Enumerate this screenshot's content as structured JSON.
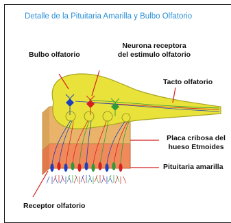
{
  "title": "Detalle de la Pituitaria Amarilla y Bulbo Olfatorio",
  "labels": {
    "bulbo": "Bulbo olfatorio",
    "neurona_line1": "Neurona receptora",
    "neurona_line2": "del estimulo olfatorio",
    "tacto": "Tacto olfatorio",
    "placa_line1": "Placa cribosa del",
    "placa_line2": "hueso Etmoides",
    "pituitaria": "Pituitaria amarilla",
    "receptor": "Receptor olfatorio"
  },
  "colors": {
    "title": "#2a8fd6",
    "bulb_fill": "#e8e23a",
    "bulb_stroke": "#a8a420",
    "bone_fill": "#e9b46a",
    "mucosa_fill": "#f08a5a",
    "leader_red": "#d42020",
    "neuron_blue": "#1a3fbf",
    "neuron_red": "#d42020",
    "neuron_green": "#2f9a3a"
  }
}
